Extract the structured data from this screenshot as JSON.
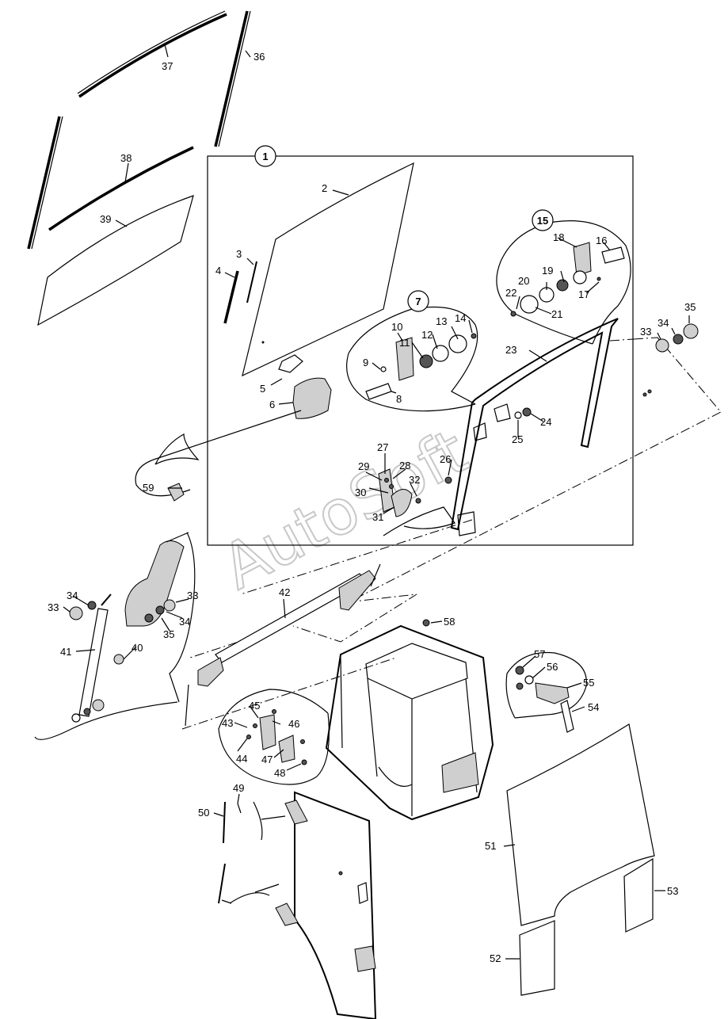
{
  "diagram": {
    "watermark": "AutoSoft",
    "callouts": [
      {
        "id": "c1",
        "text": "1"
      },
      {
        "id": "c2",
        "text": "2"
      },
      {
        "id": "c3",
        "text": "3"
      },
      {
        "id": "c4",
        "text": "4"
      },
      {
        "id": "c5",
        "text": "5"
      },
      {
        "id": "c6",
        "text": "6"
      },
      {
        "id": "c7",
        "text": "7"
      },
      {
        "id": "c8",
        "text": "8"
      },
      {
        "id": "c9",
        "text": "9"
      },
      {
        "id": "c10",
        "text": "10"
      },
      {
        "id": "c11",
        "text": "11"
      },
      {
        "id": "c12",
        "text": "12"
      },
      {
        "id": "c13",
        "text": "13"
      },
      {
        "id": "c14",
        "text": "14"
      },
      {
        "id": "c15",
        "text": "15"
      },
      {
        "id": "c16",
        "text": "16"
      },
      {
        "id": "c17",
        "text": "17"
      },
      {
        "id": "c18",
        "text": "18"
      },
      {
        "id": "c19",
        "text": "19"
      },
      {
        "id": "c20",
        "text": "20"
      },
      {
        "id": "c21",
        "text": "21"
      },
      {
        "id": "c22",
        "text": "22"
      },
      {
        "id": "c23",
        "text": "23"
      },
      {
        "id": "c24",
        "text": "24"
      },
      {
        "id": "c25",
        "text": "25"
      },
      {
        "id": "c26",
        "text": "26"
      },
      {
        "id": "c27",
        "text": "27"
      },
      {
        "id": "c28",
        "text": "28"
      },
      {
        "id": "c29",
        "text": "29"
      },
      {
        "id": "c30",
        "text": "30"
      },
      {
        "id": "c31",
        "text": "31"
      },
      {
        "id": "c32",
        "text": "32"
      },
      {
        "id": "c33a",
        "text": "33"
      },
      {
        "id": "c33b",
        "text": "33"
      },
      {
        "id": "c33c",
        "text": "33"
      },
      {
        "id": "c34a",
        "text": "34"
      },
      {
        "id": "c34b",
        "text": "34"
      },
      {
        "id": "c34c",
        "text": "34"
      },
      {
        "id": "c35a",
        "text": "35"
      },
      {
        "id": "c35b",
        "text": "35"
      },
      {
        "id": "c36",
        "text": "36"
      },
      {
        "id": "c37",
        "text": "37"
      },
      {
        "id": "c38",
        "text": "38"
      },
      {
        "id": "c39",
        "text": "39"
      },
      {
        "id": "c40",
        "text": "40"
      },
      {
        "id": "c41",
        "text": "41"
      },
      {
        "id": "c42",
        "text": "42"
      },
      {
        "id": "c43",
        "text": "43"
      },
      {
        "id": "c44",
        "text": "44"
      },
      {
        "id": "c45",
        "text": "45"
      },
      {
        "id": "c46",
        "text": "46"
      },
      {
        "id": "c47",
        "text": "47"
      },
      {
        "id": "c48",
        "text": "48"
      },
      {
        "id": "c49",
        "text": "49"
      },
      {
        "id": "c50",
        "text": "50"
      },
      {
        "id": "c51",
        "text": "51"
      },
      {
        "id": "c52",
        "text": "52"
      },
      {
        "id": "c53",
        "text": "53"
      },
      {
        "id": "c54",
        "text": "54"
      },
      {
        "id": "c55",
        "text": "55"
      },
      {
        "id": "c56",
        "text": "56"
      },
      {
        "id": "c57",
        "text": "57"
      },
      {
        "id": "c58",
        "text": "58"
      },
      {
        "id": "c59",
        "text": "59"
      }
    ]
  }
}
